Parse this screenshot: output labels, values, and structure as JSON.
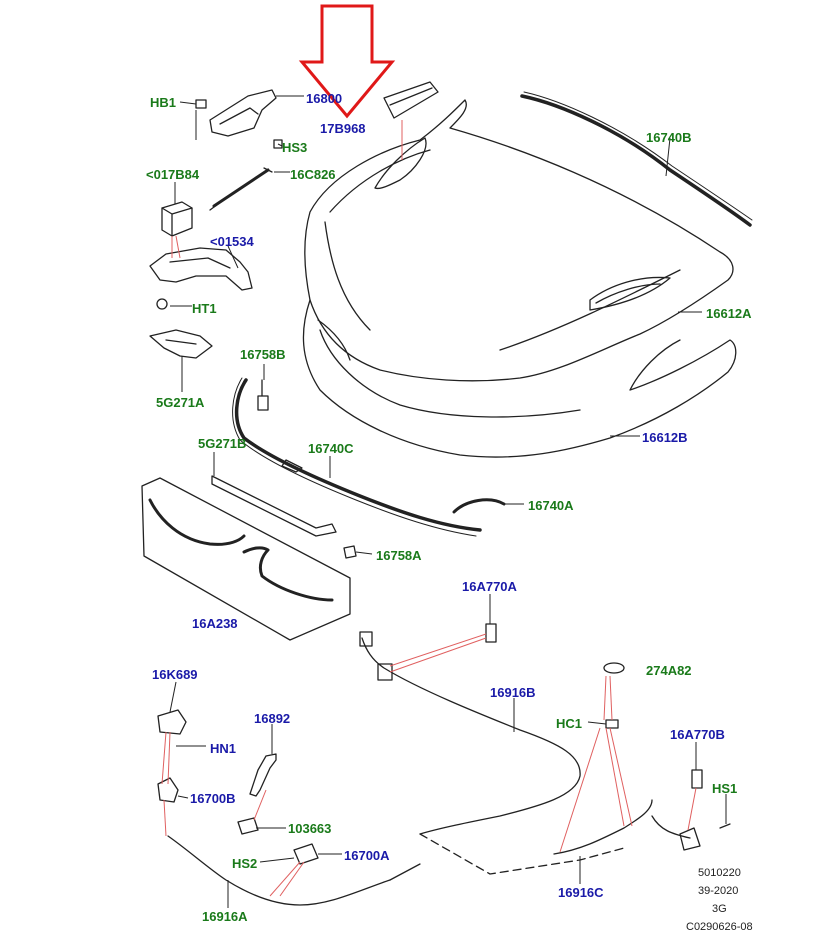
{
  "colors": {
    "green": "#1a7a1a",
    "blue": "#1a1aa8",
    "leader": "#e06060",
    "arrow": "#e01818"
  },
  "parts": {
    "hb1": "HB1",
    "p16800": "16800",
    "p17b968": "17B968",
    "hs3": "HS3",
    "p017b84": "<017B84",
    "p16c826": "16C826",
    "p01534": "<01534",
    "ht1": "HT1",
    "p5g271a": "5G271A",
    "p16758b": "16758B",
    "p5g271b": "5G271B",
    "p16740c": "16740C",
    "p16740a": "16740A",
    "p16758a": "16758A",
    "p16a238": "16A238",
    "p16740b": "16740B",
    "p16612a": "16612A",
    "p16612b": "16612B",
    "p16a770a": "16A770A",
    "p274a82": "274A82",
    "p16916b": "16916B",
    "hc1": "HC1",
    "p16k689": "16K689",
    "hn1": "HN1",
    "p16892": "16892",
    "p16700b": "16700B",
    "p103663": "103663",
    "hs2": "HS2",
    "p16700a": "16700A",
    "p16a770b": "16A770B",
    "hs1": "HS1",
    "p16916c": "16916C",
    "p16916a": "16916A"
  },
  "footer": {
    "line1": "5010220",
    "line2": "39-2020",
    "line3": "3G",
    "line4": "C0290626-08"
  }
}
